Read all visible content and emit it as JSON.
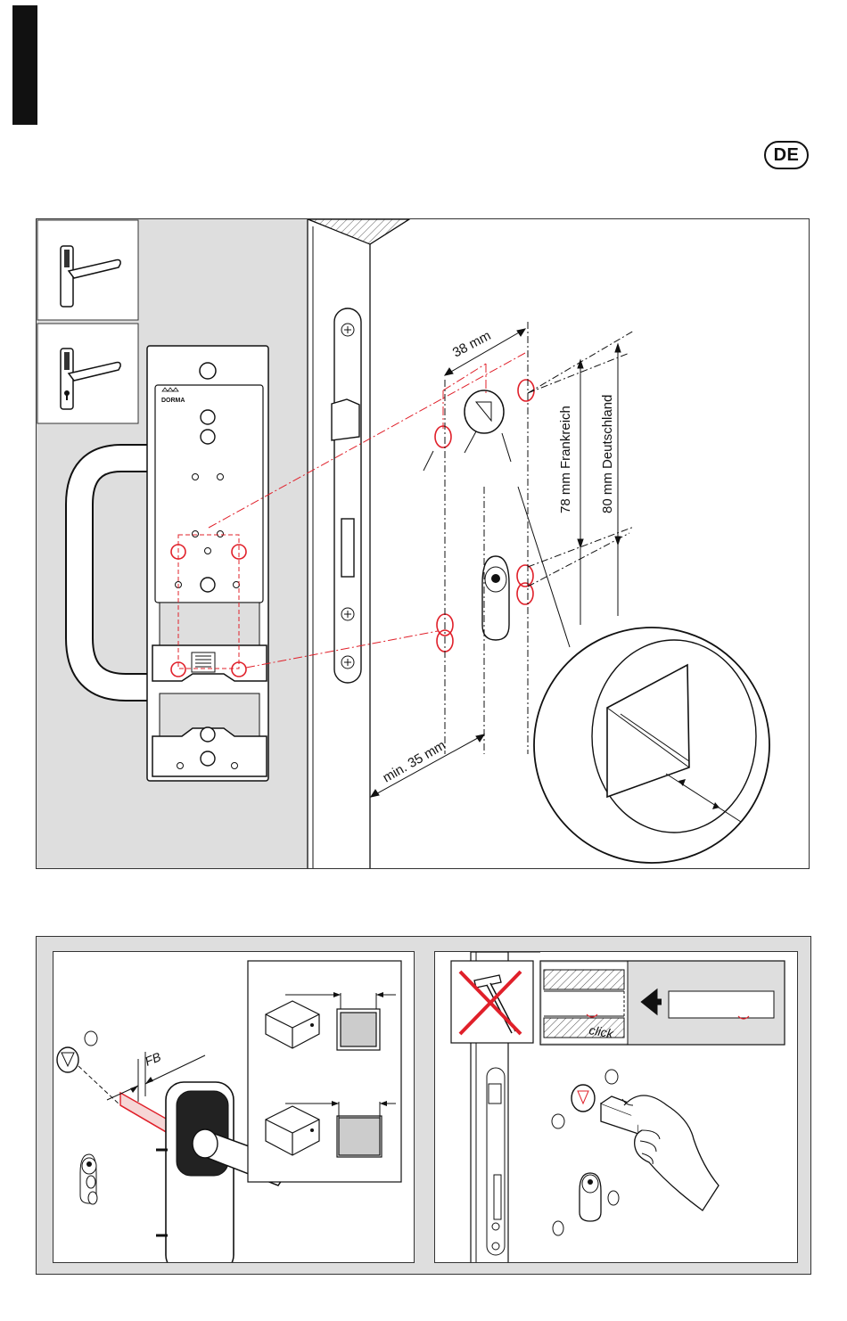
{
  "header": {
    "language_badge": "DE"
  },
  "figure1": {
    "brand": "DORMA",
    "dim_width": "38 mm",
    "dim_france": "78 mm Frankreich",
    "dim_germany": "80 mm Deutschland",
    "dim_min": "min. 35 mm"
  },
  "figure2": {
    "label_fb": "FB",
    "label_click": "click"
  },
  "colors": {
    "ink": "#111111",
    "accent_red": "#e0202a",
    "panel_gray": "#dedede"
  }
}
